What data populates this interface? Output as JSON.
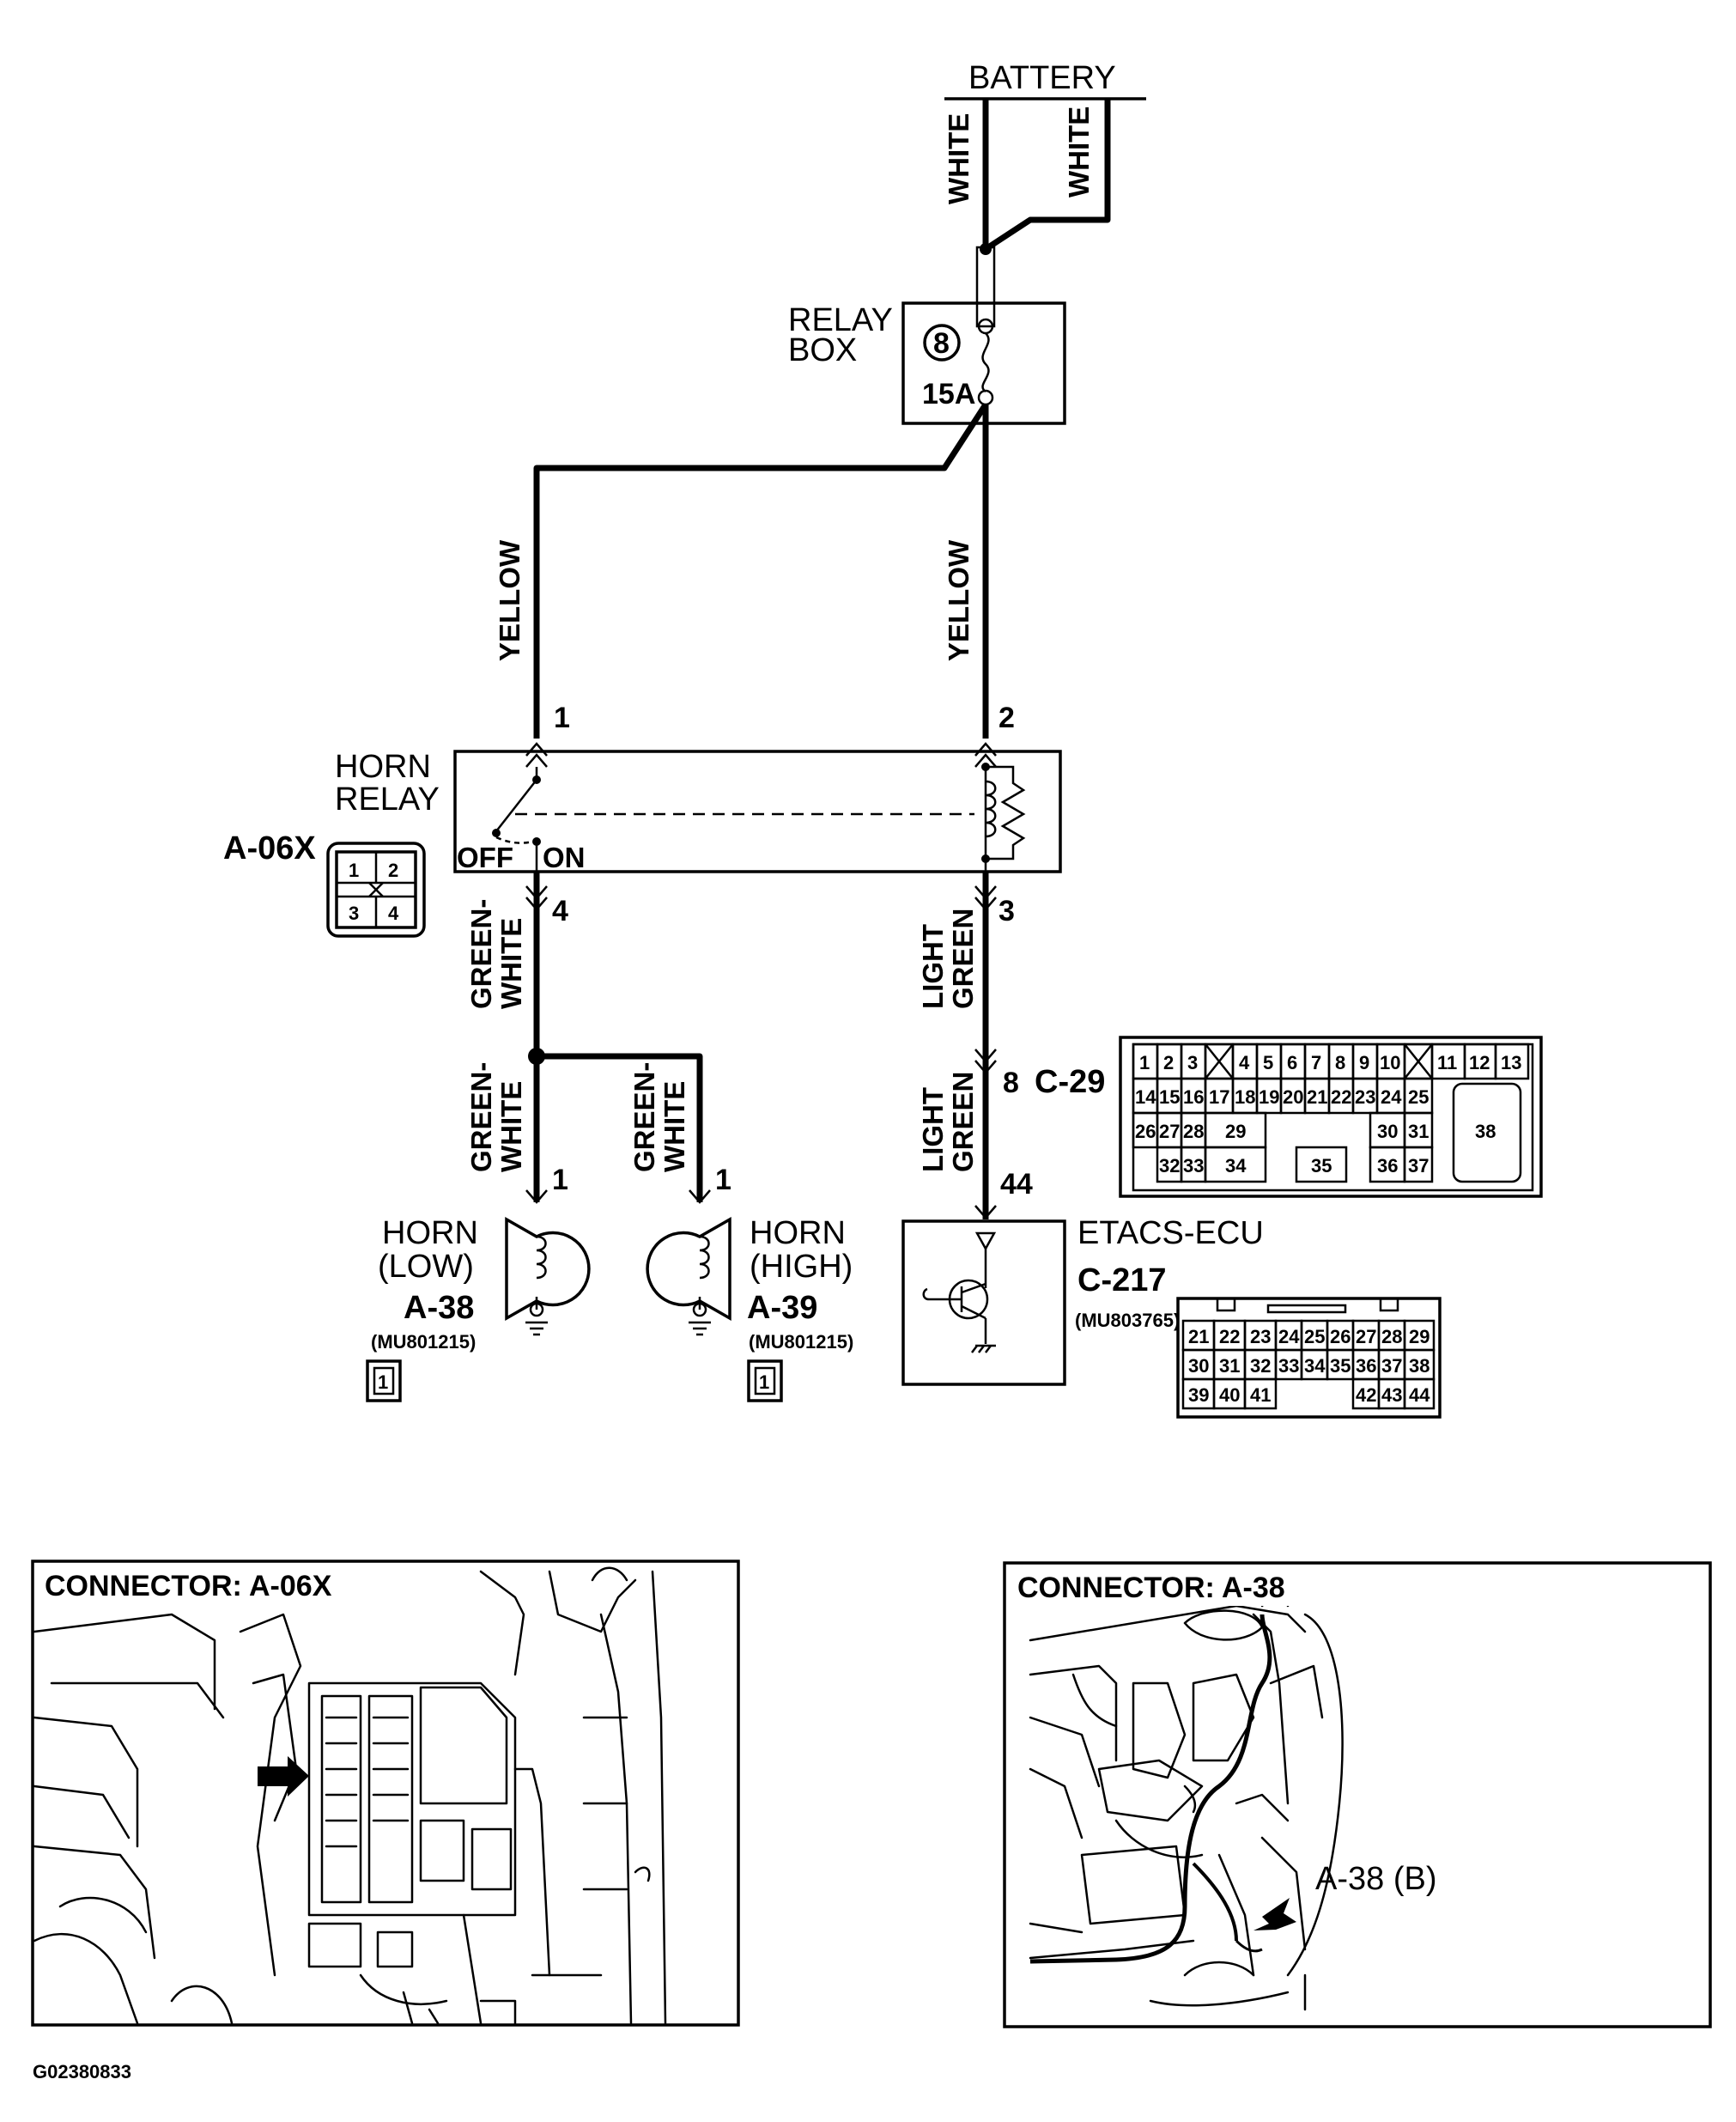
{
  "schematic": {
    "battery_label": "BATTERY",
    "relay_box_label_1": "RELAY",
    "relay_box_label_2": "BOX",
    "fuse_number": "8",
    "fuse_rating": "15A",
    "horn_relay_label_1": "HORN",
    "horn_relay_label_2": "RELAY",
    "horn_relay_connector": "A-06X",
    "switch_off": "OFF",
    "switch_on": "ON",
    "wires": {
      "white_left": "WHITE",
      "white_right": "WHITE",
      "yellow_left": "YELLOW",
      "yellow_right": "YELLOW",
      "green_white_1a": "GREEN-",
      "green_white_1b": "WHITE",
      "green_white_2a": "GREEN-",
      "green_white_2b": "WHITE",
      "green_white_3a": "GREEN-",
      "green_white_3b": "WHITE",
      "light_green_1a": "LIGHT",
      "light_green_1b": "GREEN",
      "light_green_2a": "LIGHT",
      "light_green_2b": "GREEN"
    },
    "pins": {
      "relay_1": "1",
      "relay_2": "2",
      "relay_4": "4",
      "relay_3": "3",
      "horn_low_pin": "1",
      "horn_high_pin": "1",
      "c29_pin": "8",
      "ecu_pin": "44"
    },
    "c29_connector": "C-29",
    "horn_low_label_1": "HORN",
    "horn_low_label_2": "(LOW)",
    "horn_low_connector": "A-38",
    "horn_low_part": "(MU801215)",
    "horn_high_label_1": "HORN",
    "horn_high_label_2": "(HIGH)",
    "horn_high_connector": "A-39",
    "horn_high_part": "(MU801215)",
    "ecu_label": "ETACS-ECU",
    "ecu_connector": "C-217",
    "ecu_part": "(MU803765)",
    "horn_connector_icon_pin": "1"
  },
  "relay_connector_pins": [
    "1",
    "2",
    "3",
    "4"
  ],
  "c29_pinout": {
    "row1": [
      "1",
      "2",
      "3",
      "4",
      "5",
      "6",
      "7",
      "8",
      "9",
      "10",
      "11",
      "12",
      "13"
    ],
    "row2": [
      "14",
      "15",
      "16",
      "17",
      "18",
      "19",
      "20",
      "21",
      "22",
      "23",
      "24",
      "25"
    ],
    "row3": [
      "26",
      "27",
      "28",
      "29",
      "30",
      "31",
      "38"
    ],
    "row4": [
      "32",
      "33",
      "34",
      "35",
      "36",
      "37"
    ]
  },
  "c217_pinout": {
    "row1": [
      "21",
      "22",
      "23",
      "24",
      "25",
      "26",
      "27",
      "28",
      "29"
    ],
    "row2": [
      "30",
      "31",
      "32",
      "33",
      "34",
      "35",
      "36",
      "37",
      "38"
    ],
    "row3": [
      "39",
      "40",
      "41",
      "42",
      "43",
      "44"
    ]
  },
  "panels": {
    "left_title": "CONNECTOR: A-06X",
    "right_title": "CONNECTOR: A-38",
    "right_callout": "A-38 (B)"
  },
  "figure_id": "G02380833"
}
